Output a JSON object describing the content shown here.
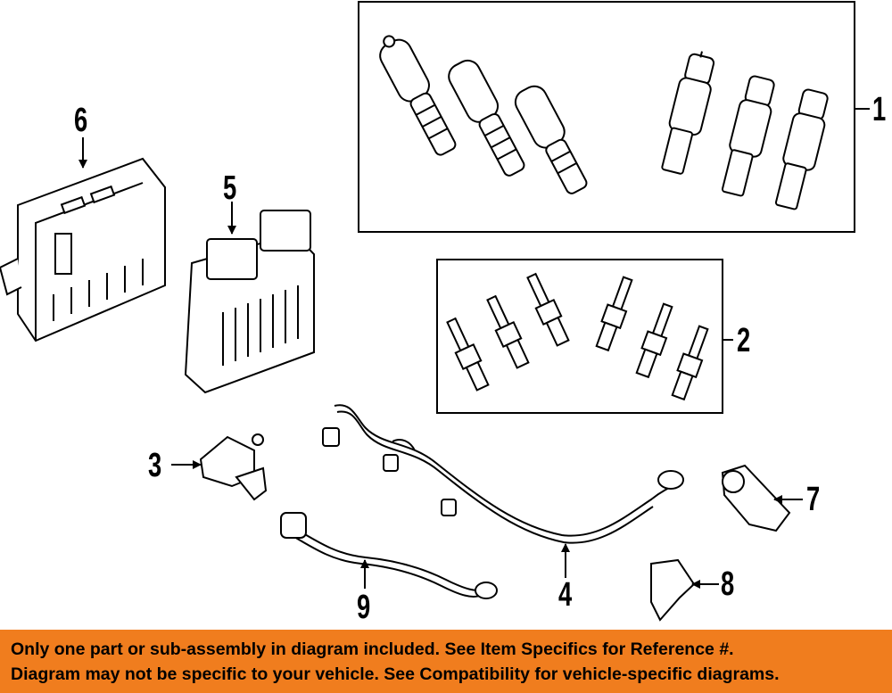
{
  "callouts": {
    "c1": "1",
    "c2": "2",
    "c3": "3",
    "c4": "4",
    "c5": "5",
    "c6": "6",
    "c7": "7",
    "c8": "8",
    "c9": "9"
  },
  "banner": {
    "line1": "Only one part or sub-assembly in diagram included. See Item Specifics for Reference #.",
    "line2": "Diagram may not be specific to your vehicle. See Compatibility for vehicle-specific diagrams."
  },
  "colors": {
    "banner_background": "#f07d1e",
    "line_art": "#000000"
  }
}
